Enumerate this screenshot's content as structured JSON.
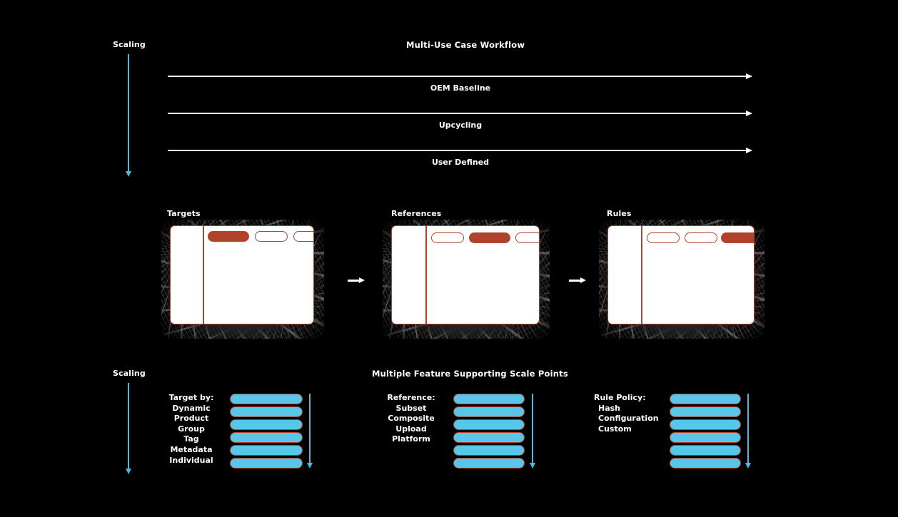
{
  "page": {
    "background_color": "#000000",
    "text_color": "#ffffff",
    "accent_brick": "#b0432a",
    "accent_cyan": "#57c6e8",
    "arrow_blue": "#4cb9e2"
  },
  "top_section": {
    "title": "Multi-Use Case Workflow",
    "scaling_label": "Scaling",
    "scaling_arrow_icon": "arrow-down-icon",
    "flows": [
      {
        "label": "OEM Baseline",
        "arrow_icon": "arrow-right-icon"
      },
      {
        "label": "Upcycling",
        "arrow_icon": "arrow-right-icon"
      },
      {
        "label": "User Defined",
        "arrow_icon": "arrow-right-icon"
      }
    ]
  },
  "middle_section": {
    "connector_icon": "arrow-right-icon",
    "cards": [
      {
        "title": "Targets",
        "pills": [
          {
            "state": "selected"
          },
          {
            "state": "unselected"
          },
          {
            "state": "unselected"
          }
        ]
      },
      {
        "title": "References",
        "pills": [
          {
            "state": "unselected"
          },
          {
            "state": "selected"
          },
          {
            "state": "unselected"
          }
        ]
      },
      {
        "title": "Rules",
        "pills": [
          {
            "state": "unselected"
          },
          {
            "state": "unselected"
          },
          {
            "state": "selected"
          }
        ]
      }
    ]
  },
  "bottom_section": {
    "title": "Multiple Feature Supporting Scale Points",
    "scaling_label": "Scaling",
    "scaling_arrow_icon": "arrow-down-icon",
    "groups": [
      {
        "heading": "Target by:",
        "items": [
          "Dynamic",
          "Product",
          "Group",
          "Tag",
          "Metadata",
          "Individual"
        ],
        "bars": 6,
        "arrow_icon": "arrow-down-icon"
      },
      {
        "heading": "Reference:",
        "items": [
          "Subset",
          "Composite",
          "Upload",
          "Platform"
        ],
        "bars": 6,
        "arrow_icon": "arrow-down-icon"
      },
      {
        "heading": "Rule Policy:",
        "items": [
          "Hash",
          "Configuration",
          "Custom"
        ],
        "bars": 6,
        "arrow_icon": "arrow-down-icon"
      }
    ]
  }
}
